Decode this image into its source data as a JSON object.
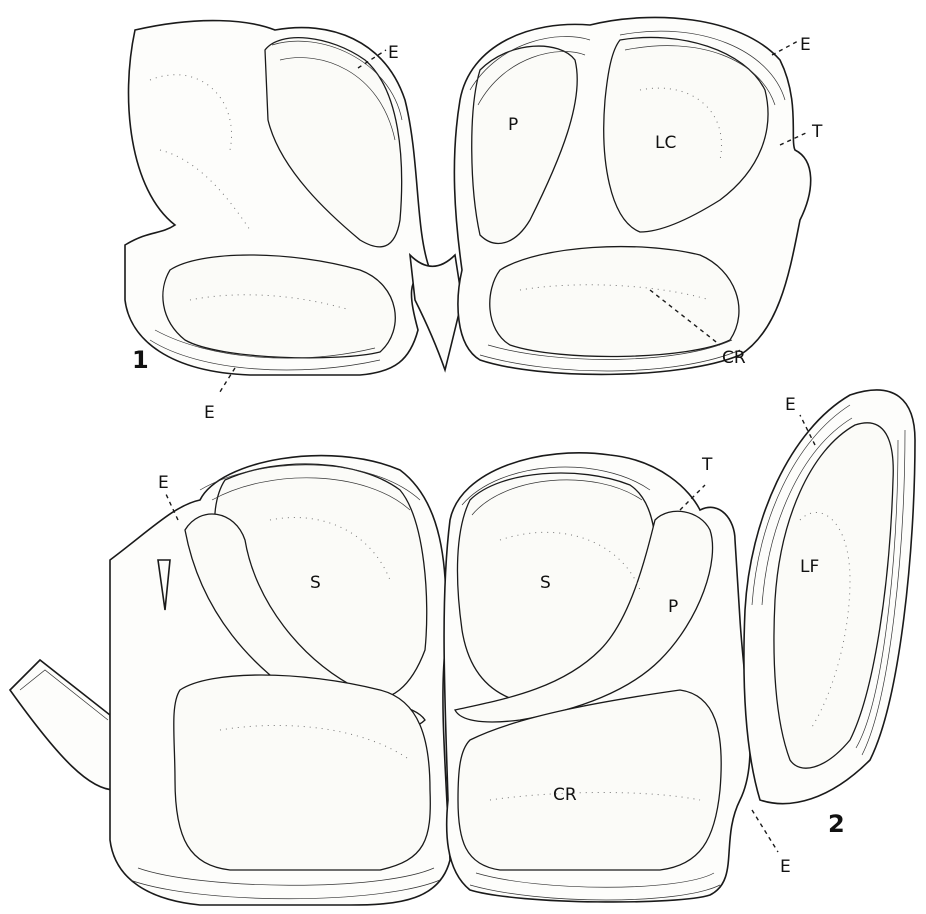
{
  "figure1": {
    "number": "1",
    "labels": {
      "e_top": "E",
      "e_right": "E",
      "p": "P",
      "lc": "LC",
      "t": "T",
      "cr": "CR",
      "e_bottom": "E"
    }
  },
  "figure2": {
    "number": "2",
    "labels": {
      "e_left": "E",
      "e_top_right": "E",
      "t": "T",
      "s_left": "S",
      "s_right": "S",
      "p": "P",
      "lf": "LF",
      "cr": "CR",
      "e_bottom": "E"
    }
  }
}
